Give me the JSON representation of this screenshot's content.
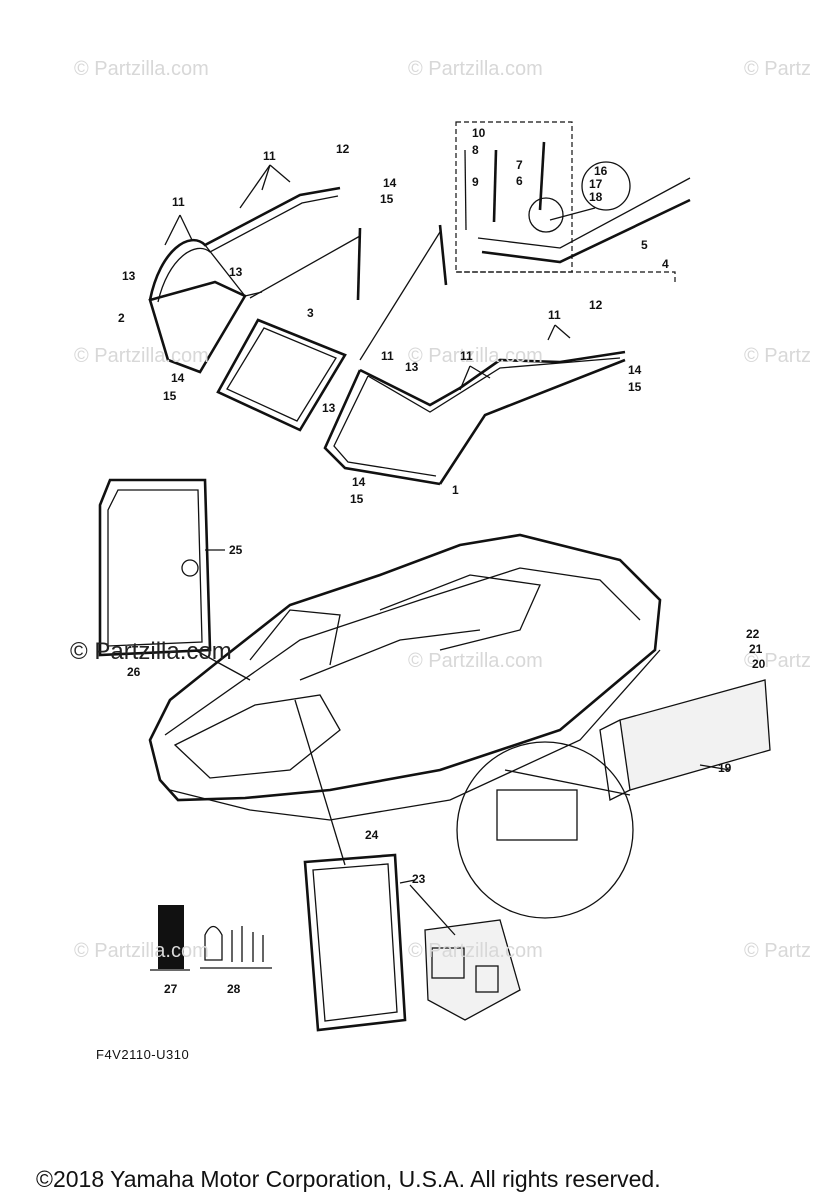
{
  "watermarks": {
    "text": "© Partzilla.com",
    "partial": "© Partz",
    "strong": "© Partzilla.com"
  },
  "callouts": {
    "c1": "1",
    "c2": "2",
    "c3": "3",
    "c4": "4",
    "c5": "5",
    "c6": "6",
    "c7": "7",
    "c8": "8",
    "c9": "9",
    "c10": "10",
    "c11a": "11",
    "c11b": "11",
    "c11c": "11",
    "c11d": "11",
    "c11e": "11",
    "c12a": "12",
    "c12b": "12",
    "c13a": "13",
    "c13b": "13",
    "c13c": "13",
    "c13d": "13",
    "c14a": "14",
    "c14b": "14",
    "c14c": "14",
    "c14d": "14",
    "c15a": "15",
    "c15b": "15",
    "c15c": "15",
    "c15d": "15",
    "c16": "16",
    "c17": "17",
    "c18": "18",
    "c19": "19",
    "c20": "20",
    "c21": "21",
    "c22": "22",
    "c23": "23",
    "c24": "24",
    "c25": "25",
    "c26": "26",
    "c27": "27",
    "c28": "28"
  },
  "diagram_code": "F4V2110-U310",
  "copyright": "©2018  Yamaha Motor Corporation, U.S.A. All rights reserved."
}
